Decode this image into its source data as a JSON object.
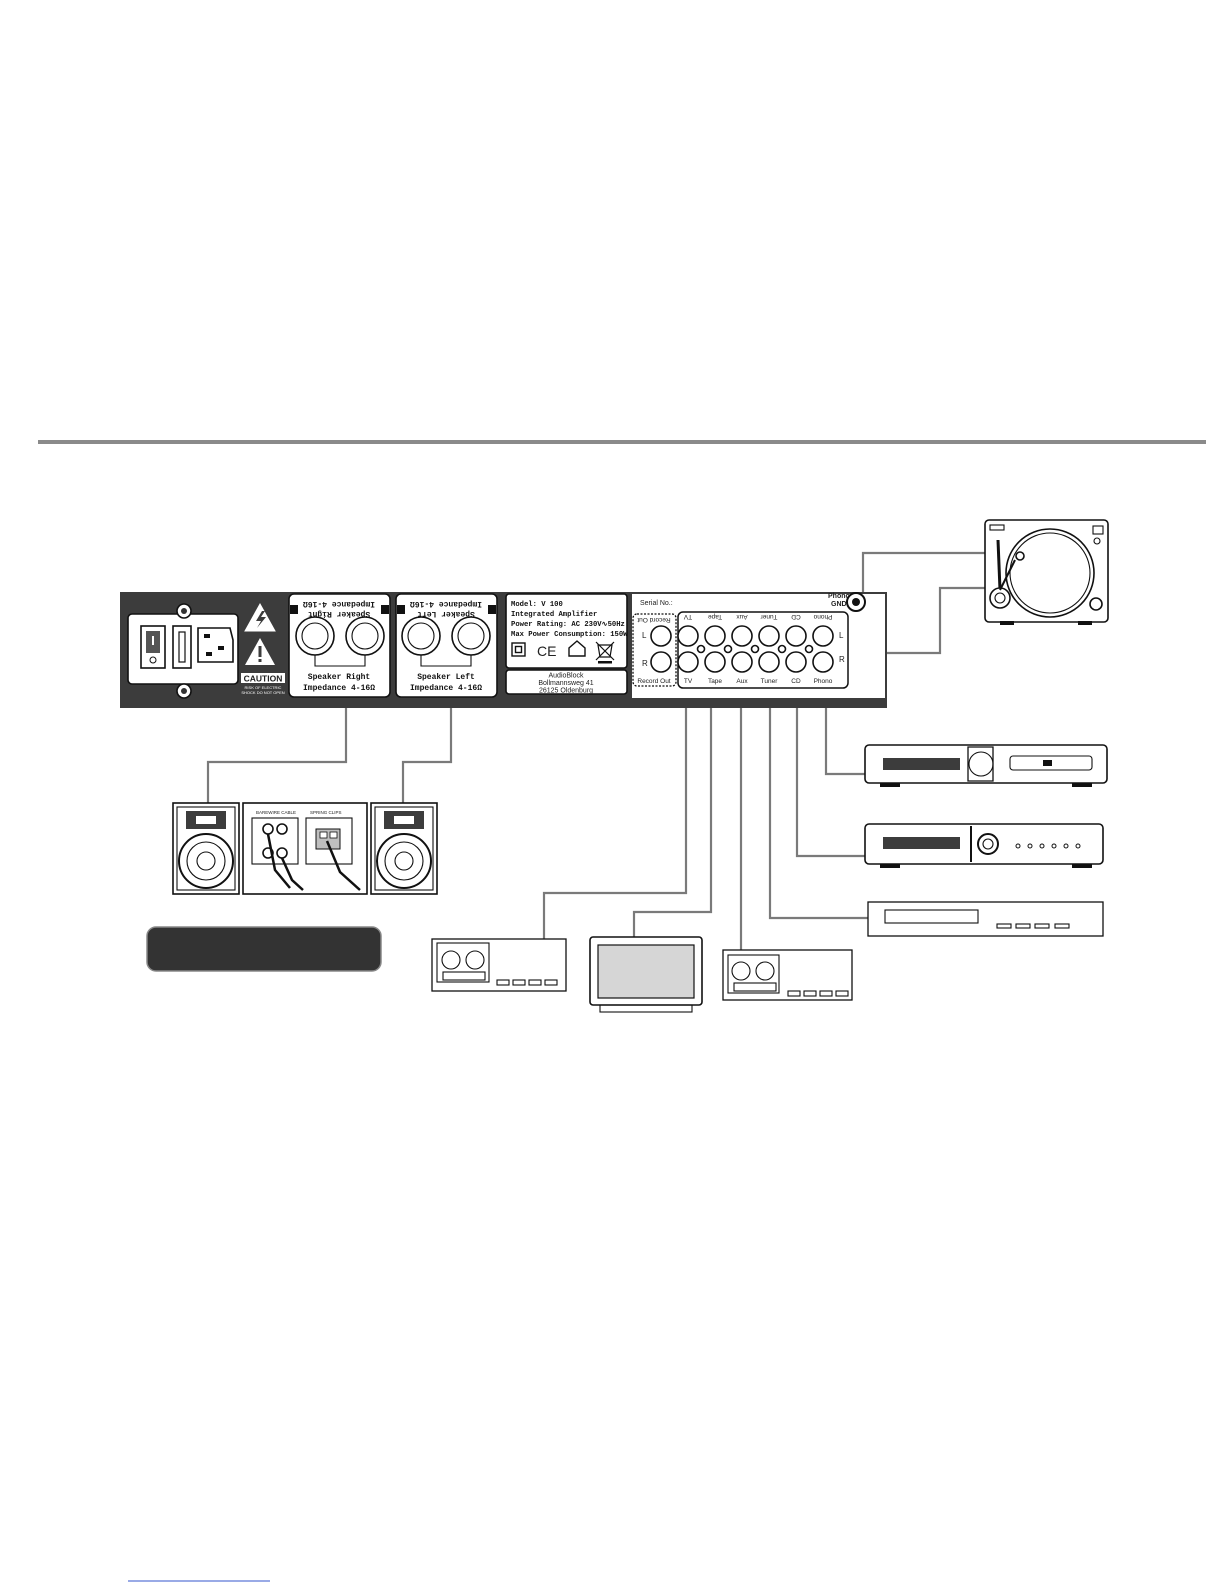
{
  "amplifier": {
    "caution": {
      "title": "CAUTION",
      "line1": "RISK OF ELECTRIC",
      "line2": "SHOCK DO NOT OPEN"
    },
    "speaker_right": {
      "title": "Speaker Right",
      "impedance": "Impedance  4-16Ω"
    },
    "speaker_left": {
      "title": "Speaker Left",
      "impedance": "Impedance  4-16Ω"
    },
    "label_plate": {
      "model": "Model: V 100",
      "type": "Integrated Amplifier",
      "power_rating": "Power Rating: AC 230V∿50Hz",
      "max_power": "Max Power Consumption: 150W",
      "ce_mark": "CE"
    },
    "address": {
      "company": "AudioBlock",
      "street": "Bollmannsweg 41",
      "city": "26125 Oldenburg"
    },
    "serial": "Serial No.:",
    "phono_gnd_line1": "Phono",
    "phono_gnd_line2": "GND",
    "record_out": "Record Out",
    "channel_left": "L",
    "channel_right": "R",
    "inputs": [
      "TV",
      "Tape",
      "Aux",
      "Tuner",
      "CD",
      "Phono"
    ]
  },
  "terminal_panel": {
    "wire_cable": "BAREWIRE CABLE",
    "spring_clips": "SPRING CLIPS"
  }
}
